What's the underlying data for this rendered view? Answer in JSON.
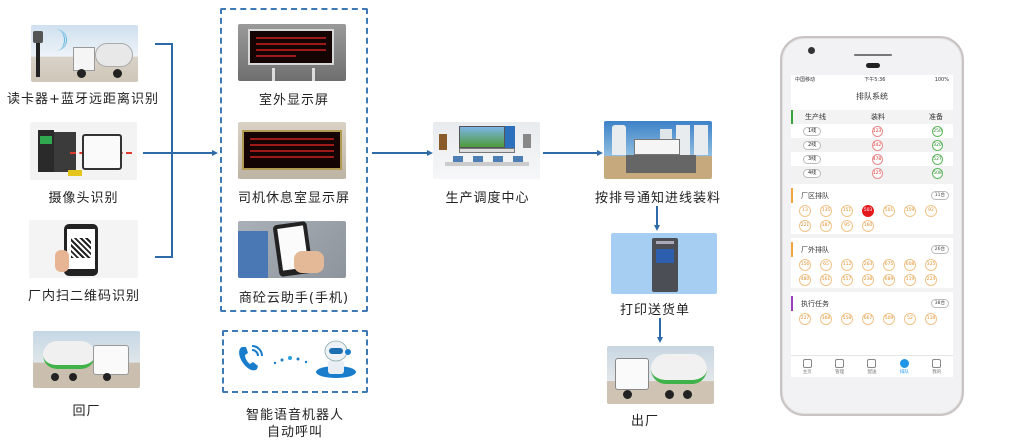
{
  "left_column": [
    {
      "label": "读卡器+蓝牙远距离识别",
      "image": "card-reader-bluetooth-truck"
    },
    {
      "label": "摄像头识别",
      "image": "camera-gate-truck"
    },
    {
      "label": "厂内扫二维码识别",
      "image": "phone-qr-code"
    },
    {
      "label": "回厂",
      "image": "mixer-truck"
    }
  ],
  "display_box": [
    {
      "label": "室外显示屏",
      "image": "outdoor-led-screen"
    },
    {
      "label": "司机休息室显示屏",
      "image": "lounge-led-screen"
    },
    {
      "label": "商砼云助手(手机)",
      "image": "mobile-app-hand"
    }
  ],
  "voice_box": {
    "line1": "智能语音机器人",
    "line2": "自动呼叫",
    "icons": [
      "phone-call-icon",
      "robot-icon"
    ]
  },
  "flow": {
    "dispatch": "生产调度中心",
    "loading": "按排号通知进线装料",
    "print": "打印送货单",
    "exit": "出厂"
  },
  "phone": {
    "status": {
      "carrier": "中国移动",
      "time": "下午5:36",
      "battery": "100%"
    },
    "title": "排队系统",
    "table": {
      "headers": [
        "生产线",
        "装料",
        "准备"
      ],
      "rows": [
        {
          "line": "1线",
          "loading": "123",
          "ready": "250"
        },
        {
          "line": "2线",
          "loading": "342",
          "ready": "320"
        },
        {
          "line": "3线",
          "loading": "478",
          "ready": "527"
        },
        {
          "line": "4线",
          "loading": "125",
          "ready": "508"
        }
      ]
    },
    "sections": [
      {
        "title": "厂区排队",
        "count": "11台",
        "items": [
          "13",
          "135",
          "151",
          "503",
          "501",
          "159",
          "92",
          "221",
          "387",
          "95",
          "160"
        ],
        "highlight": "503"
      },
      {
        "title": "厂外排队",
        "count": "26台",
        "items": [
          "156",
          "65",
          "112",
          "263",
          "675",
          "608",
          "325",
          "480",
          "561",
          "557",
          "238",
          "689",
          "119",
          "224"
        ],
        "highlight": ""
      },
      {
        "title": "执行任务",
        "count": "38台",
        "items": [
          "227",
          "368",
          "558",
          "667",
          "509",
          "52",
          "118"
        ],
        "highlight": ""
      }
    ],
    "tabs": [
      {
        "label": "主页",
        "active": false
      },
      {
        "label": "管理",
        "active": false
      },
      {
        "label": "配送",
        "active": false
      },
      {
        "label": "排队",
        "active": true
      },
      {
        "label": "我的",
        "active": false
      }
    ]
  },
  "colors": {
    "connector": "#2e6aa8",
    "dash_border": "#3d79b5",
    "loading_red": "#d33333",
    "ready_green": "#2d8a2d",
    "queue_orange": "#e09030",
    "highlight_red": "#e5191d",
    "active_tab": "#1e95e6"
  }
}
